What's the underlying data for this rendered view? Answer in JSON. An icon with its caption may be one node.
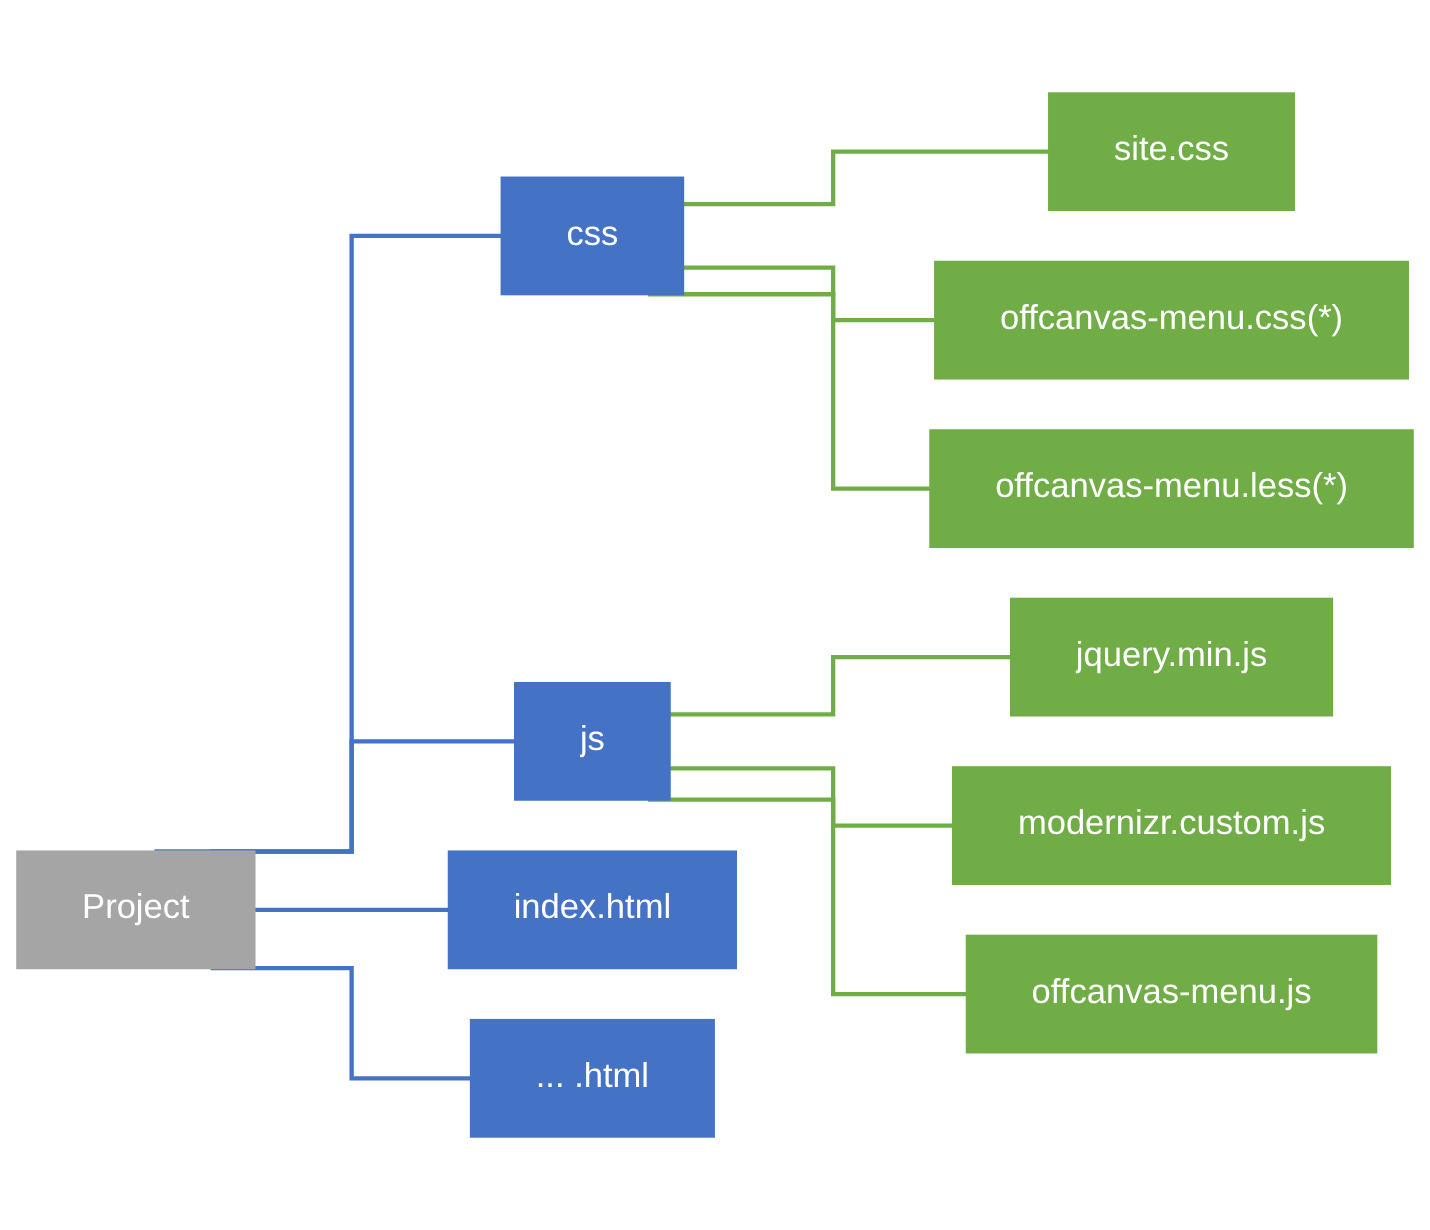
{
  "diagram": {
    "nodes": [
      {
        "text": [
          "Project"
        ]
      },
      {
        "text": [
          "css"
        ]
      },
      {
        "text": [
          "site.css"
        ]
      },
      {
        "text": [
          "offcanvas-menu.css(*)"
        ]
      },
      {
        "text": [
          "offcanvas-menu.less(*)"
        ]
      },
      {
        "text": [
          "js"
        ]
      },
      {
        "text": [
          "jquery.min.js"
        ]
      },
      {
        "text": [
          "modernizr.custom.js"
        ]
      },
      {
        "text": [
          "offcanvas-menu.js"
        ]
      },
      {
        "text": [
          "index.html"
        ]
      },
      {
        "text": [
          "... .html"
        ]
      }
    ],
    "edges": [
      {
        "from": 0,
        "to": 1,
        "arrow": "none",
        "color": "#4472c4"
      },
      {
        "from": 1,
        "to": 2,
        "arrow": "none"
      },
      {
        "from": 1,
        "to": 3,
        "arrow": "none"
      },
      {
        "from": 1,
        "to": 4,
        "arrow": "none"
      },
      {
        "from": 0,
        "to": 5,
        "arrow": "none",
        "color": "#4472c4"
      },
      {
        "from": 5,
        "to": 6,
        "arrow": "none"
      },
      {
        "from": 5,
        "to": 7,
        "arrow": "none"
      },
      {
        "from": 5,
        "to": 8,
        "arrow": "none"
      },
      {
        "from": 0,
        "to": 9,
        "arrow": "none",
        "color": "#4472c4"
      },
      {
        "from": 0,
        "to": 10,
        "arrow": "none",
        "color": "#4472c4"
      }
    ]
  }
}
